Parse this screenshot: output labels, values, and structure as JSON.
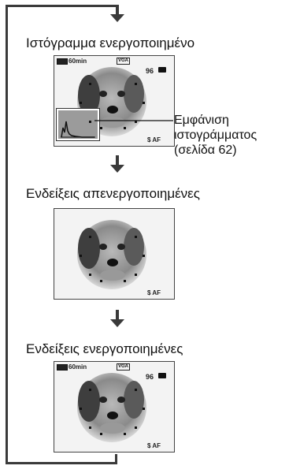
{
  "states": [
    {
      "title": "Ιστόγραμμα ενεργοποιημένο",
      "osd": {
        "battery_text": "60min",
        "size_badge": "VGA",
        "count": "96",
        "bottom_right": "$ AF"
      },
      "histogram": true
    },
    {
      "title": "Ενδείξεις απενεργοποιημένες",
      "osd": {
        "bottom_right": "$ AF"
      }
    },
    {
      "title": "Ενδείξεις ενεργοποιημένες",
      "osd": {
        "battery_text": "60min",
        "size_badge": "VGA",
        "count": "96",
        "bottom_right": "$ AF"
      }
    }
  ],
  "callout": {
    "line1": "Εμφάνιση",
    "line2": "ιστογράμματος",
    "line3": "(σελίδα 62)"
  },
  "icons": [
    "battery-icon",
    "camera-icon",
    "down-arrow-icon"
  ]
}
